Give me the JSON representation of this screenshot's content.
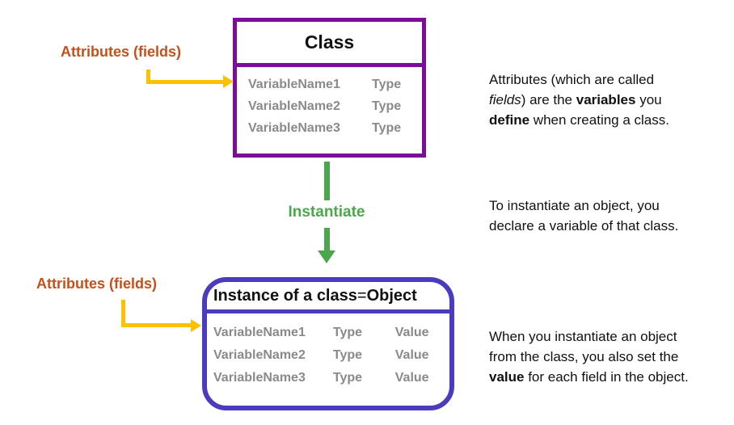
{
  "colors": {
    "class_border_purple": "#7e0c9a",
    "instance_border_indigo": "#4b3bbf",
    "arrow_green": "#4ca64c",
    "arrow_yellow": "#ffc000",
    "label_orange": "#c4511b",
    "row_text_gray": "#8a8a8a",
    "note_text_black": "#111111"
  },
  "labels": {
    "attributes_top": "Attributes (fields)",
    "attributes_bottom": "Attributes (fields)",
    "instantiate": "Instantiate"
  },
  "class_box": {
    "title": "Class",
    "rows": [
      {
        "name": "VariableName1",
        "type": "Type"
      },
      {
        "name": "VariableName2",
        "type": "Type"
      },
      {
        "name": "VariableName3",
        "type": "Type"
      }
    ]
  },
  "instance_box": {
    "title_segments": [
      {
        "t": "Instance of a class",
        "b": true
      },
      {
        "t": " = "
      },
      {
        "t": "Object",
        "b": true
      }
    ],
    "rows": [
      {
        "name": "VariableName1",
        "type": "Type",
        "value": "Value"
      },
      {
        "name": "VariableName2",
        "type": "Type",
        "value": "Value"
      },
      {
        "name": "VariableName3",
        "type": "Type",
        "value": "Value"
      }
    ]
  },
  "notes": {
    "class_note_lines": [
      [
        {
          "t": "Attributes (which are called"
        }
      ],
      [
        {
          "t": "fields",
          "i": true
        },
        {
          "t": ") are the "
        },
        {
          "t": "variables",
          "b": true
        },
        {
          "t": " you"
        }
      ],
      [
        {
          "t": "define",
          "b": true
        },
        {
          "t": " when creating a class."
        }
      ]
    ],
    "instantiate_note_lines": [
      [
        {
          "t": "To instantiate an object, you"
        }
      ],
      [
        {
          "t": "declare a variable of that class."
        }
      ]
    ],
    "instance_note_lines": [
      [
        {
          "t": "When you instantiate an object"
        }
      ],
      [
        {
          "t": "from the class, you also set the"
        }
      ],
      [
        {
          "t": "value",
          "b": true
        },
        {
          "t": " for each field in the object."
        }
      ]
    ]
  }
}
